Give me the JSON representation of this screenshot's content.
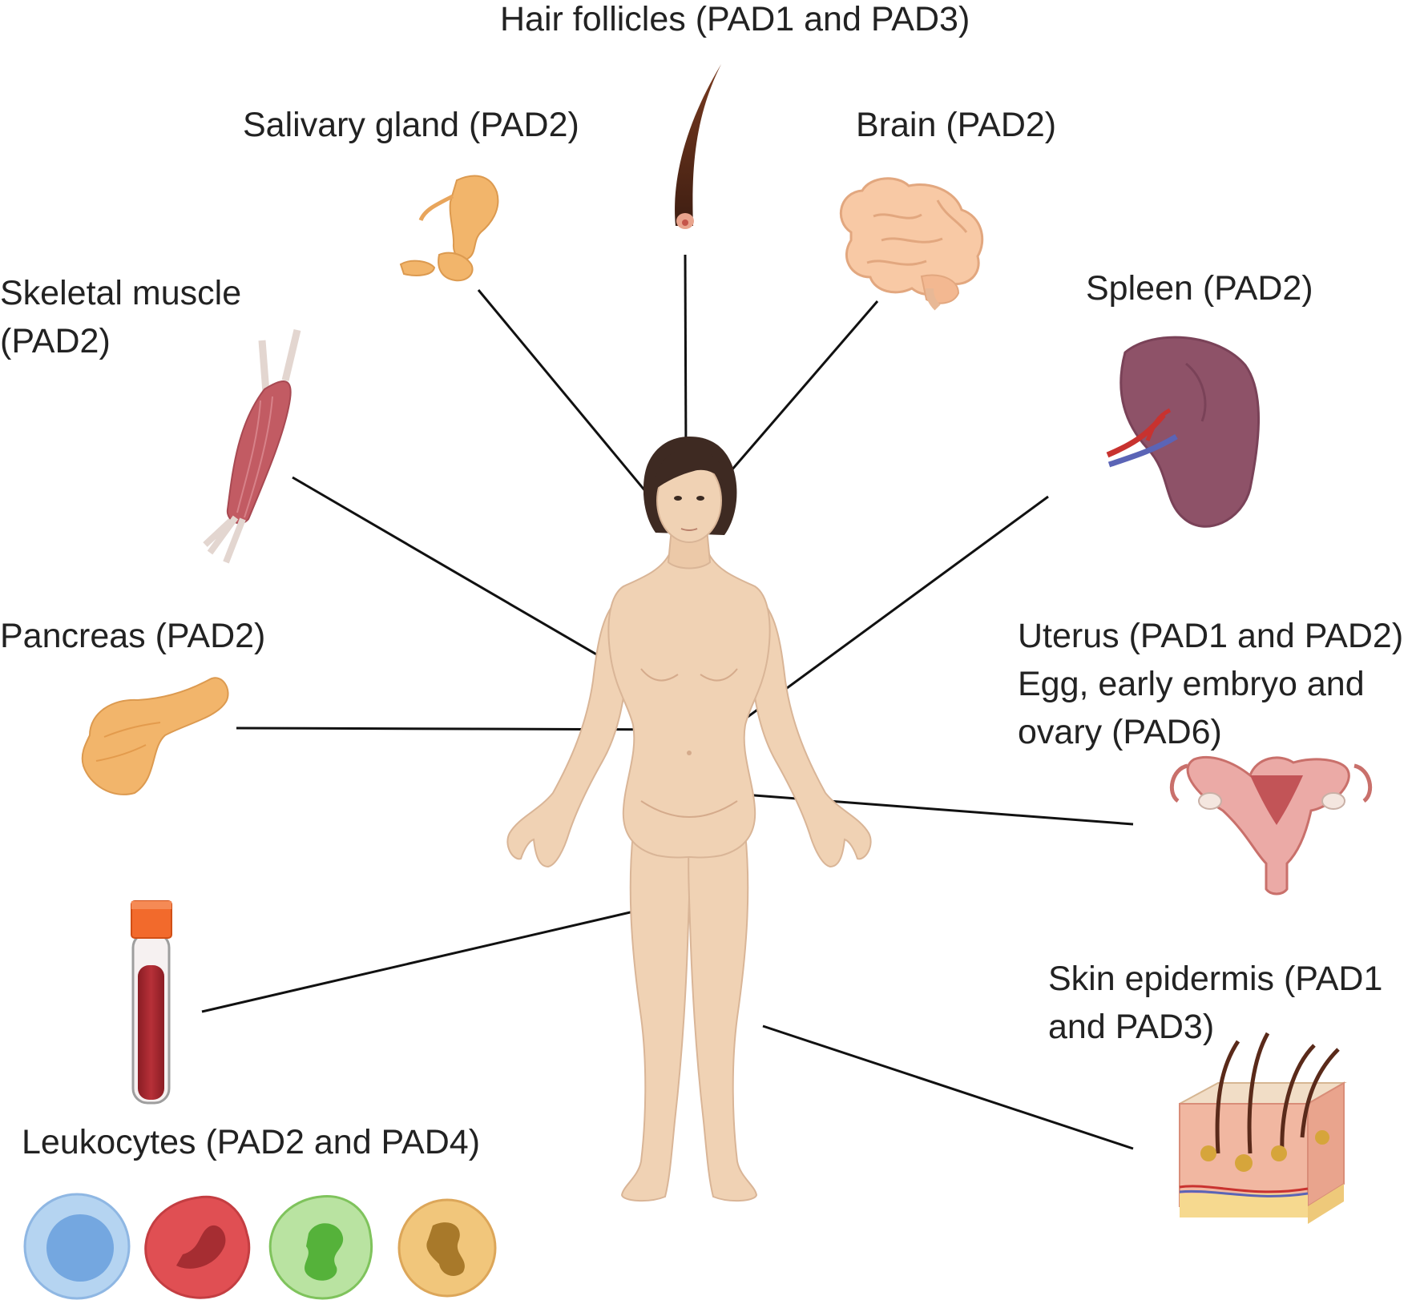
{
  "labels": {
    "hair": "Hair follicles (PAD1 and PAD3)",
    "salivary": "Salivary gland (PAD2)",
    "brain": "Brain (PAD2)",
    "muscle_1": "Skeletal muscle",
    "muscle_2": "(PAD2)",
    "spleen": "Spleen (PAD2)",
    "pancreas": "Pancreas (PAD2)",
    "uterus_1": "Uterus (PAD1 and PAD2)",
    "uterus_2": "Egg, early embryo and",
    "uterus_3": "ovary (PAD6)",
    "skin_1": "Skin epidermis (PAD1",
    "skin_2": "and PAD3)",
    "leukocytes": "Leukocytes (PAD2 and PAD4)"
  },
  "icons": {
    "hair": "hair-follicle-icon",
    "salivary": "salivary-gland-icon",
    "brain": "brain-icon",
    "muscle": "skeletal-muscle-icon",
    "spleen": "spleen-icon",
    "pancreas": "pancreas-icon",
    "uterus": "uterus-icon",
    "blood": "blood-tube-icon",
    "skin": "skin-section-icon",
    "body": "human-body-figure"
  },
  "colors": {
    "skin_tone": "#f0d2b4",
    "hair_dark": "#3e2a22",
    "organ_orange": "#f2b56b",
    "brain_pink": "#f8c9a5",
    "muscle_red": "#c25b63",
    "spleen_purple": "#8e5268",
    "blood_red": "#a8282f",
    "cap_orange": "#f26a2c",
    "lymphocyte_blue": "#74a7e0",
    "eosinophil_red": "#e04f53",
    "neutrophil_green": "#6fc24e",
    "basophil_gold": "#f1c67b",
    "line": "#111111"
  }
}
